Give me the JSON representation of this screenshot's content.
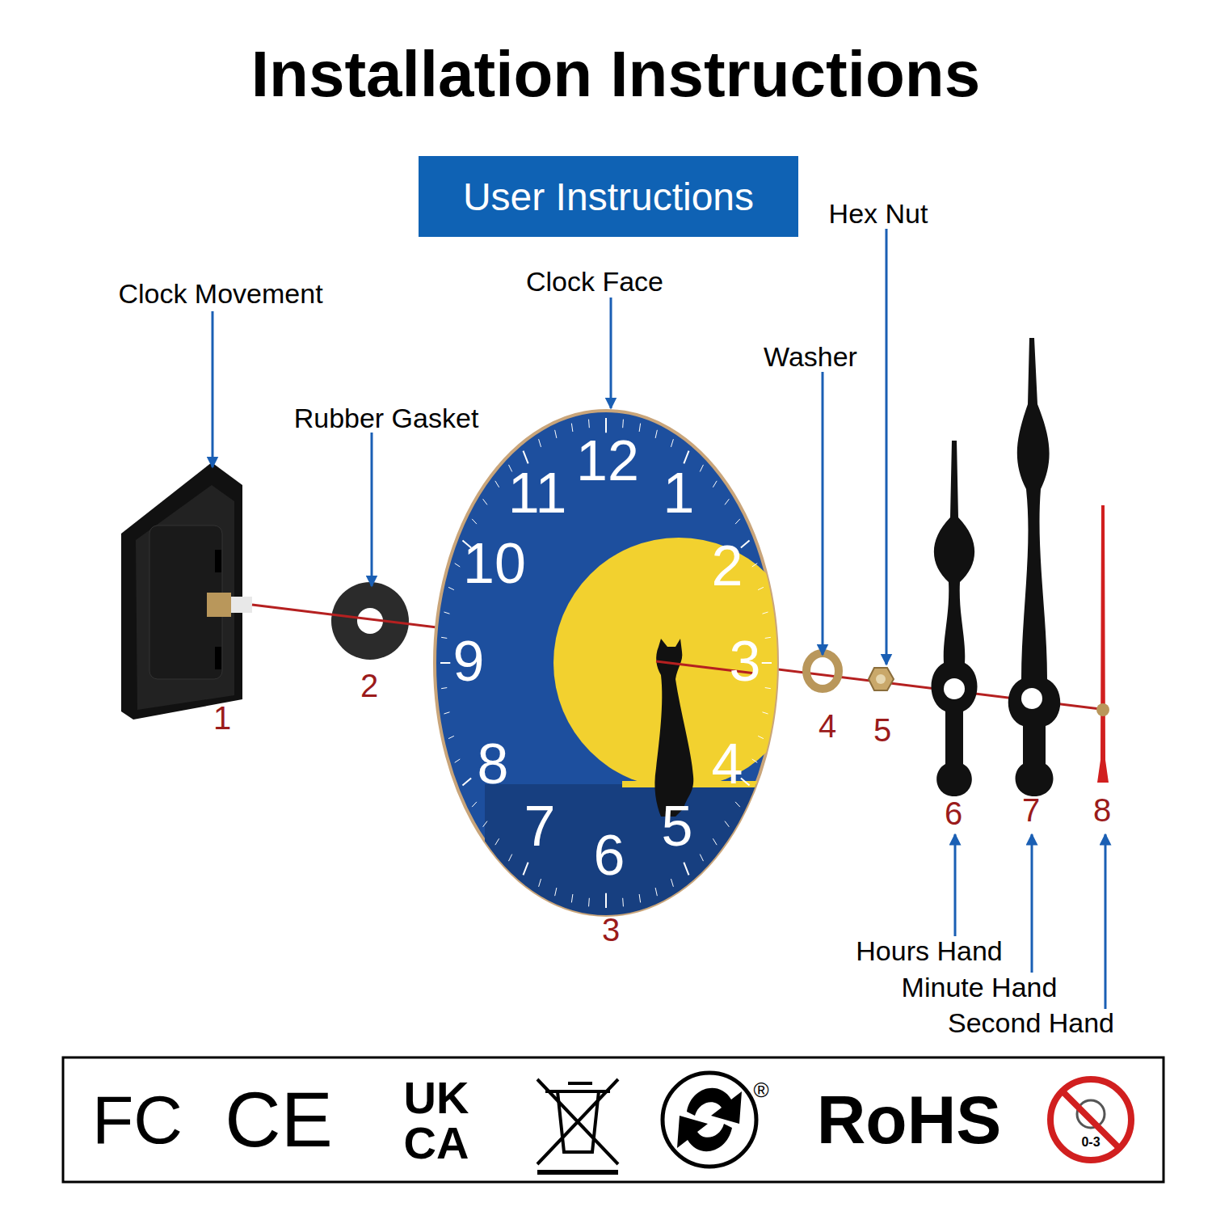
{
  "diagram": {
    "title": "Installation Instructions",
    "nodes": [
      {
        "text": [
          "User Instructions"
        ]
      }
    ],
    "labels": [
      "Clock Movement",
      "Rubber Gasket",
      "Clock Face",
      "Washer",
      "Hex Nut",
      "Hours Hand",
      "Minute Hand",
      "Second Hand",
      "1",
      "2",
      "3",
      "4",
      "5",
      "6",
      "7",
      "8",
      "12",
      "1",
      "2",
      "3",
      "4",
      "5",
      "6",
      "7",
      "8",
      "9",
      "10",
      "11",
      "FC",
      "CE",
      "UK",
      "CA",
      "®",
      "RoHS",
      "0-3"
    ]
  }
}
